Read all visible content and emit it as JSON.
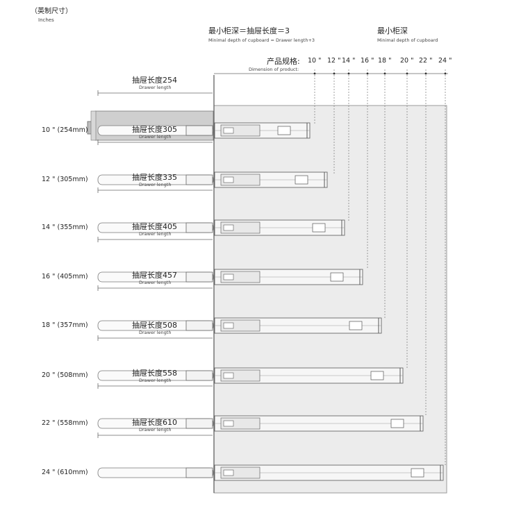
{
  "legend": {
    "zh": "（英制尺寸）",
    "en": "Inches"
  },
  "formula": {
    "zh": "最小柜深＝抽屉长度＝3",
    "en": "Minimal depth of cupboard = Drawer length+3"
  },
  "min_depth": {
    "zh": "最小柜深",
    "en": "Minimal depth of cupboard"
  },
  "product_spec": {
    "zh": "产品规格:",
    "en": "Dimension of product:",
    "sizes": [
      "10 \"",
      "12 \"",
      "14 \"",
      "16 \"",
      "18 \"",
      "20 \"",
      "22 \"",
      "24 \""
    ]
  },
  "drawer_length_en": "Drawer length",
  "rows": [
    {
      "size": "10 \" (254mm)",
      "length_label": "抽屉长度254"
    },
    {
      "size": "12 \" (305mm)",
      "length_label": "抽屉长度305"
    },
    {
      "size": "14 \" (355mm)",
      "length_label": "抽屉长度335"
    },
    {
      "size": "16 \" (405mm)",
      "length_label": "抽屉长度405"
    },
    {
      "size": "18 \" (357mm)",
      "length_label": "抽屉长度457"
    },
    {
      "size": "20 \" (508mm)",
      "length_label": "抽屉长度508"
    },
    {
      "size": "22 \" (558mm)",
      "length_label": "抽屉长度558"
    },
    {
      "size": "24 \" (610mm)",
      "length_label": "抽屉长度610"
    }
  ]
}
